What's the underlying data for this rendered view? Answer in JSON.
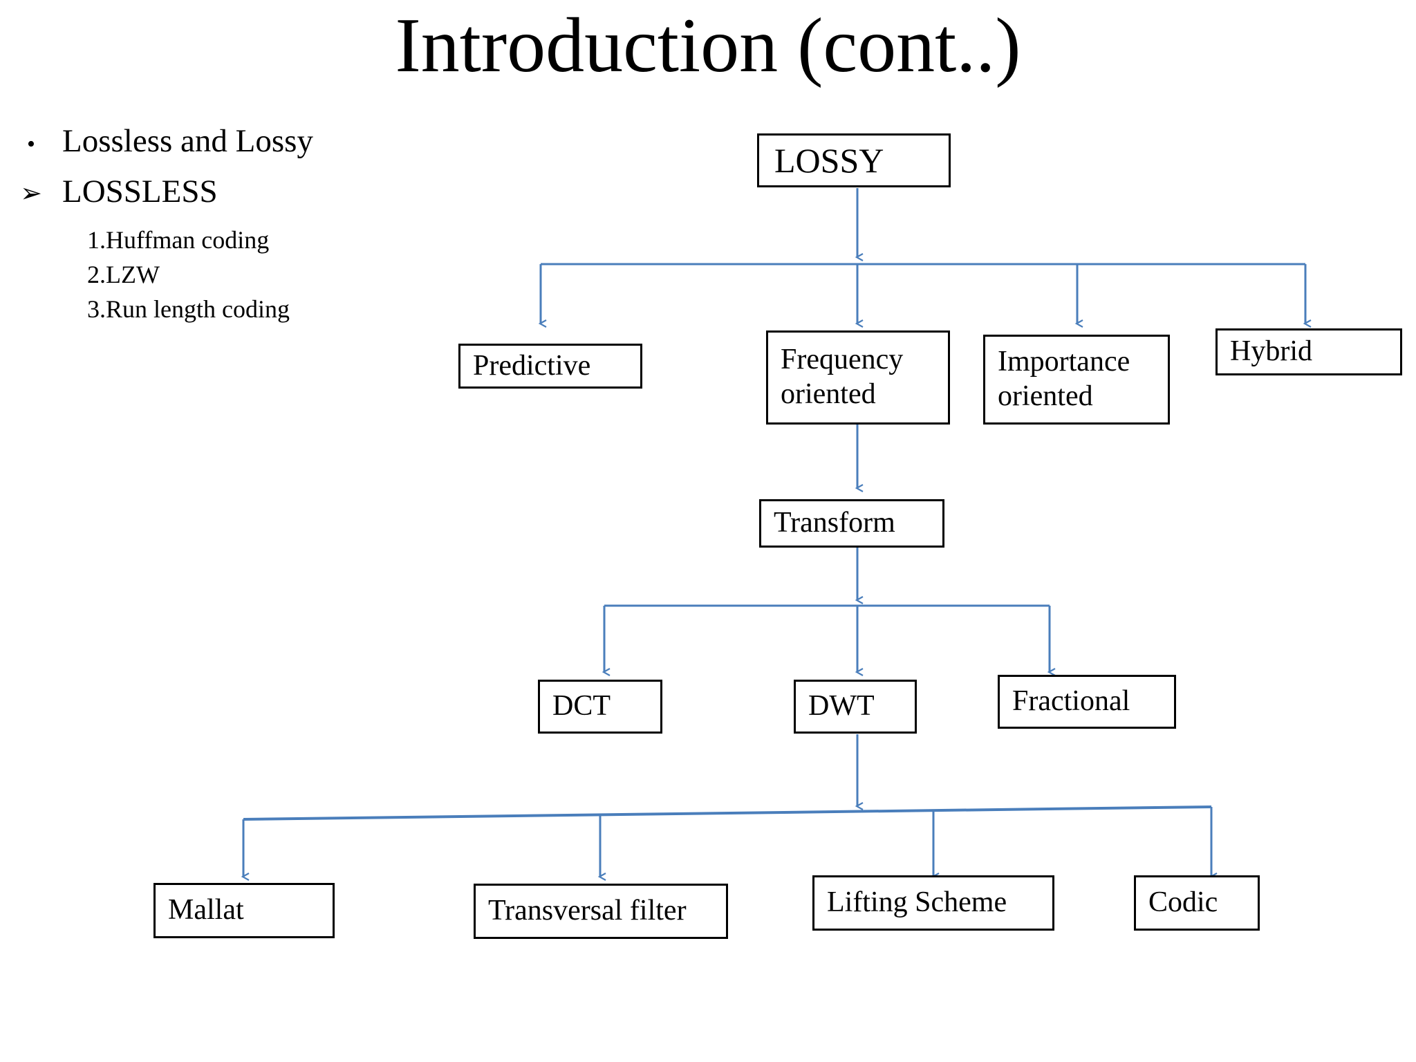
{
  "slide": {
    "title": "Introduction (cont..)",
    "background_color": "#ffffff",
    "text_color": "#000000",
    "connector_color": "#4a7ebb",
    "node_border_color": "#000000"
  },
  "bullets": [
    {
      "marker": "•",
      "marker_kind": "round",
      "text": "Lossless and Lossy"
    },
    {
      "marker": "➢",
      "marker_kind": "arrow",
      "text": "LOSSLESS"
    }
  ],
  "sub_list": [
    {
      "text": "1.Huffman coding"
    },
    {
      "text": "2.LZW"
    },
    {
      "text": "3.Run length coding"
    }
  ],
  "diagram": {
    "root": "LOSSY",
    "nodes": [
      {
        "id": "lossy",
        "label": "LOSSY",
        "level": 0
      },
      {
        "id": "predictive",
        "label": "Predictive",
        "level": 1
      },
      {
        "id": "frequency",
        "label": "Frequency\noriented",
        "level": 1
      },
      {
        "id": "importance",
        "label": "Importance\noriented",
        "level": 1
      },
      {
        "id": "hybrid",
        "label": "Hybrid",
        "level": 1
      },
      {
        "id": "transform",
        "label": "Transform",
        "level": 2
      },
      {
        "id": "dct",
        "label": "DCT",
        "level": 3
      },
      {
        "id": "dwt",
        "label": "DWT",
        "level": 3
      },
      {
        "id": "fractional",
        "label": "Fractional",
        "level": 3
      },
      {
        "id": "mallat",
        "label": "Mallat",
        "level": 4
      },
      {
        "id": "transversal",
        "label": "Transversal filter",
        "level": 4
      },
      {
        "id": "lifting",
        "label": "Lifting Scheme",
        "level": 4
      },
      {
        "id": "codic",
        "label": "Codic",
        "level": 4
      }
    ],
    "edges": [
      {
        "from": "lossy",
        "to": "predictive"
      },
      {
        "from": "lossy",
        "to": "frequency"
      },
      {
        "from": "lossy",
        "to": "importance"
      },
      {
        "from": "lossy",
        "to": "hybrid"
      },
      {
        "from": "frequency",
        "to": "transform"
      },
      {
        "from": "transform",
        "to": "dct"
      },
      {
        "from": "transform",
        "to": "dwt"
      },
      {
        "from": "transform",
        "to": "fractional"
      },
      {
        "from": "dwt",
        "to": "mallat"
      },
      {
        "from": "dwt",
        "to": "transversal"
      },
      {
        "from": "dwt",
        "to": "lifting"
      },
      {
        "from": "dwt",
        "to": "codic"
      }
    ]
  }
}
